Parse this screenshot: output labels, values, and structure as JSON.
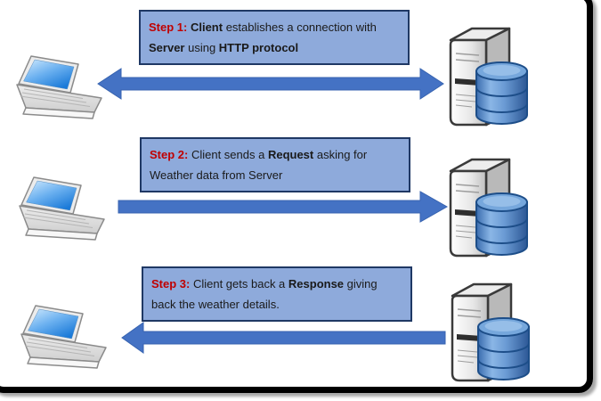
{
  "colors": {
    "box_fill": "#8EAADB",
    "box_border": "#1F3864",
    "arrow_fill": "#4472C4",
    "arrow_edge": "#3763B0",
    "step_label_red": "#C00000",
    "frame": "#000000"
  },
  "steps": [
    {
      "label": "Step 1:",
      "arrow": "bidirectional",
      "client_icon": "laptop-icon",
      "server_icon": "server-database-icon",
      "segments": [
        {
          "text": "Step 1:",
          "bold": true,
          "red": true
        },
        {
          "text": " ",
          "bold": false
        },
        {
          "text": "Client",
          "bold": true
        },
        {
          "text": " establishes a connection with",
          "bold": false
        },
        {
          "br": true
        },
        {
          "text": "Server",
          "bold": true
        },
        {
          "text": " using ",
          "bold": false
        },
        {
          "text": "HTTP protocol",
          "bold": true
        }
      ]
    },
    {
      "label": "Step 2:",
      "arrow": "right",
      "client_icon": "laptop-icon",
      "server_icon": "server-database-icon",
      "segments": [
        {
          "text": "Step 2:",
          "bold": true,
          "red": true
        },
        {
          "text": " Client sends a ",
          "bold": false
        },
        {
          "text": "Request",
          "bold": true
        },
        {
          "text": " asking for",
          "bold": false
        },
        {
          "br": true
        },
        {
          "text": "Weather data from Server",
          "bold": false
        }
      ]
    },
    {
      "label": "Step 3:",
      "arrow": "left",
      "client_icon": "laptop-icon",
      "server_icon": "server-database-icon",
      "segments": [
        {
          "text": "Step 3:",
          "bold": true,
          "red": true
        },
        {
          "text": " Client gets back a ",
          "bold": false
        },
        {
          "text": "Response",
          "bold": true
        },
        {
          "text": " giving",
          "bold": false
        },
        {
          "br": true
        },
        {
          "text": "back the weather details.",
          "bold": false
        }
      ]
    }
  ]
}
